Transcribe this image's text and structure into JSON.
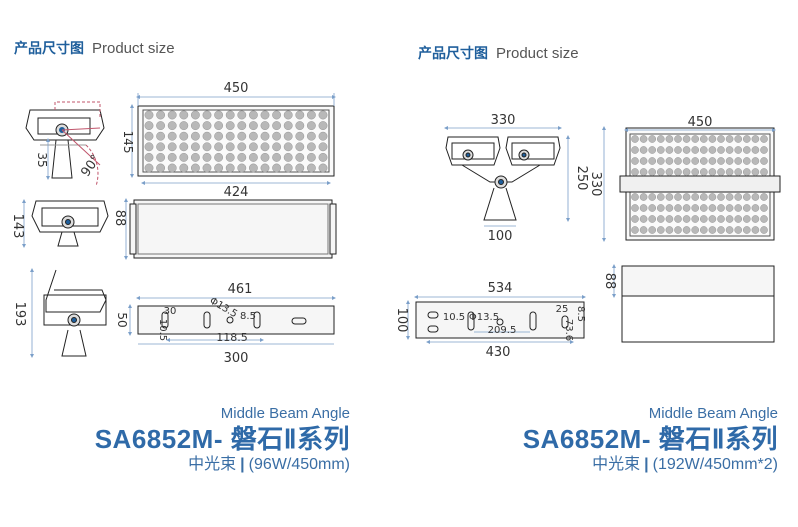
{
  "left": {
    "header_cn": "产品尺寸图",
    "header_en": "Product size",
    "dims": {
      "w450": "450",
      "h145": "145",
      "d35": "35",
      "ang90": "90°",
      "w424": "424",
      "h143": "143",
      "h88": "88",
      "h193": "193",
      "w461": "461",
      "h50": "50",
      "d30": "30",
      "d10_5": "10.5",
      "phi": "Φ13.5",
      "d8_5": "8.5",
      "d118_5": "118.5",
      "w300": "300"
    },
    "caption": {
      "sub": "Middle Beam Angle",
      "title": "SA6852M- 磐石Ⅱ系列",
      "spec_cn": "中光束",
      "spec_bar": "|",
      "spec_val": "(96W/450mm)"
    }
  },
  "right": {
    "header_cn": "产品尺寸图",
    "header_en": "Product size",
    "dims": {
      "w330": "330",
      "h250": "250",
      "w100": "100",
      "w450": "450",
      "h330": "330",
      "w534": "534",
      "h88": "88",
      "h100": "100",
      "d10_5": "10.5",
      "phi": "Φ13.5",
      "d209_5": "209.5",
      "d25": "25",
      "d8_5": "8.5",
      "d73_6": "73.6",
      "w430": "430"
    },
    "caption": {
      "sub": "Middle Beam Angle",
      "title": "SA6852M- 磐石Ⅱ系列",
      "spec_cn": "中光束",
      "spec_bar": "|",
      "spec_val": "(192W/450mm*2)"
    }
  },
  "colors": {
    "line": "#222222",
    "dim": "#7b9fc9",
    "accent": "#2f6aa8",
    "angle": "#c0556b",
    "led": "#b8b8b8"
  }
}
